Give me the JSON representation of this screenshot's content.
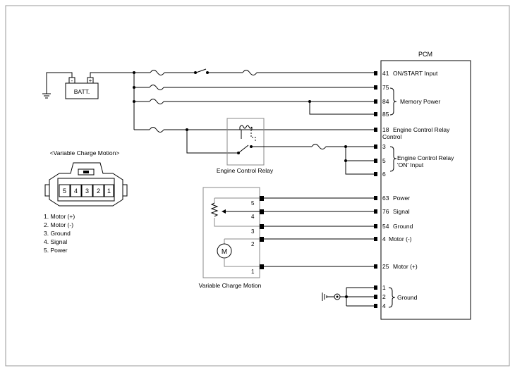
{
  "pcm": {
    "title": "PCM",
    "pins": [
      {
        "num": "41",
        "label": "ON/START Input"
      },
      {
        "num": "75",
        "label": ""
      },
      {
        "num": "84",
        "label": ""
      },
      {
        "num": "85",
        "label": ""
      },
      {
        "num": "18",
        "label": "Engine Control Relay"
      },
      {
        "num": "3",
        "label": ""
      },
      {
        "num": "5",
        "label": ""
      },
      {
        "num": "6",
        "label": ""
      },
      {
        "num": "63",
        "label": "Power"
      },
      {
        "num": "76",
        "label": "Signal"
      },
      {
        "num": "54",
        "label": "Ground"
      },
      {
        "num": "4",
        "label": "Motor (-)"
      },
      {
        "num": "25",
        "label": "Motor (+)"
      },
      {
        "num": "1",
        "label": ""
      },
      {
        "num": "2",
        "label": ""
      },
      {
        "num": "4",
        "label": ""
      }
    ],
    "pin18_line2": "Control",
    "group_memory": "Memory Power",
    "group_relay_line1": "Engine Control Relay",
    "group_relay_line2": "'ON' Input",
    "group_ground": "Ground"
  },
  "battery": {
    "label": "BATT.",
    "neg": "-",
    "pos": "+"
  },
  "relay": {
    "caption": "Engine Control Relay"
  },
  "vcm": {
    "caption": "Variable Charge Motion",
    "pins": [
      "5",
      "4",
      "3",
      "2",
      "1"
    ],
    "motor_symbol": "M"
  },
  "connector": {
    "title": "<Variable Charge Motion>",
    "cells": [
      "5",
      "4",
      "3",
      "2",
      "1"
    ],
    "legend": [
      "1. Motor (+)",
      "2. Motor (-)",
      "3. Ground",
      "4. Signal",
      "5. Power"
    ]
  },
  "colors": {
    "line": "#000000",
    "frame": "#808080"
  }
}
